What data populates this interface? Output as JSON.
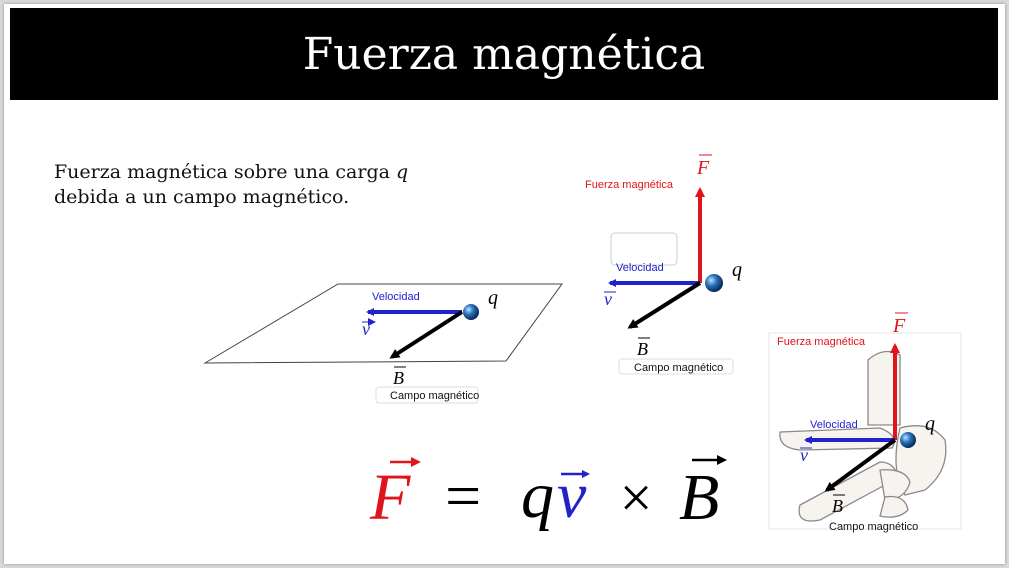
{
  "slide": {
    "title": "Fuerza magnética",
    "description_line1": "Fuerza magnética sobre una carga",
    "description_var": "q",
    "description_line2": "debida a un campo magnético."
  },
  "diagrams": {
    "plane": {
      "velocity_label": "Velocidad",
      "charge_label": "q",
      "v_symbol": "v",
      "b_symbol": "B",
      "field_label": "Campo magnético"
    },
    "axes": {
      "force_label": "Fuerza magnética",
      "f_symbol": "F",
      "velocity_label": "Velocidad",
      "charge_label": "q",
      "v_symbol": "v",
      "b_symbol": "B",
      "field_label": "Campo magnético"
    },
    "hand": {
      "force_label": "Fuerza magnética",
      "f_symbol": "F",
      "velocity_label": "Velocidad",
      "charge_label": "q",
      "v_symbol": "v",
      "b_symbol": "B",
      "field_label": "Campo magnético"
    }
  },
  "formula": {
    "force": "F",
    "equals": "=",
    "charge": "q",
    "velocity": "v",
    "cross": "×",
    "field": "B"
  },
  "colors": {
    "force": "#e0141b",
    "velocity": "#2222cc",
    "field": "#000000",
    "charge": "#1f5fa8"
  }
}
